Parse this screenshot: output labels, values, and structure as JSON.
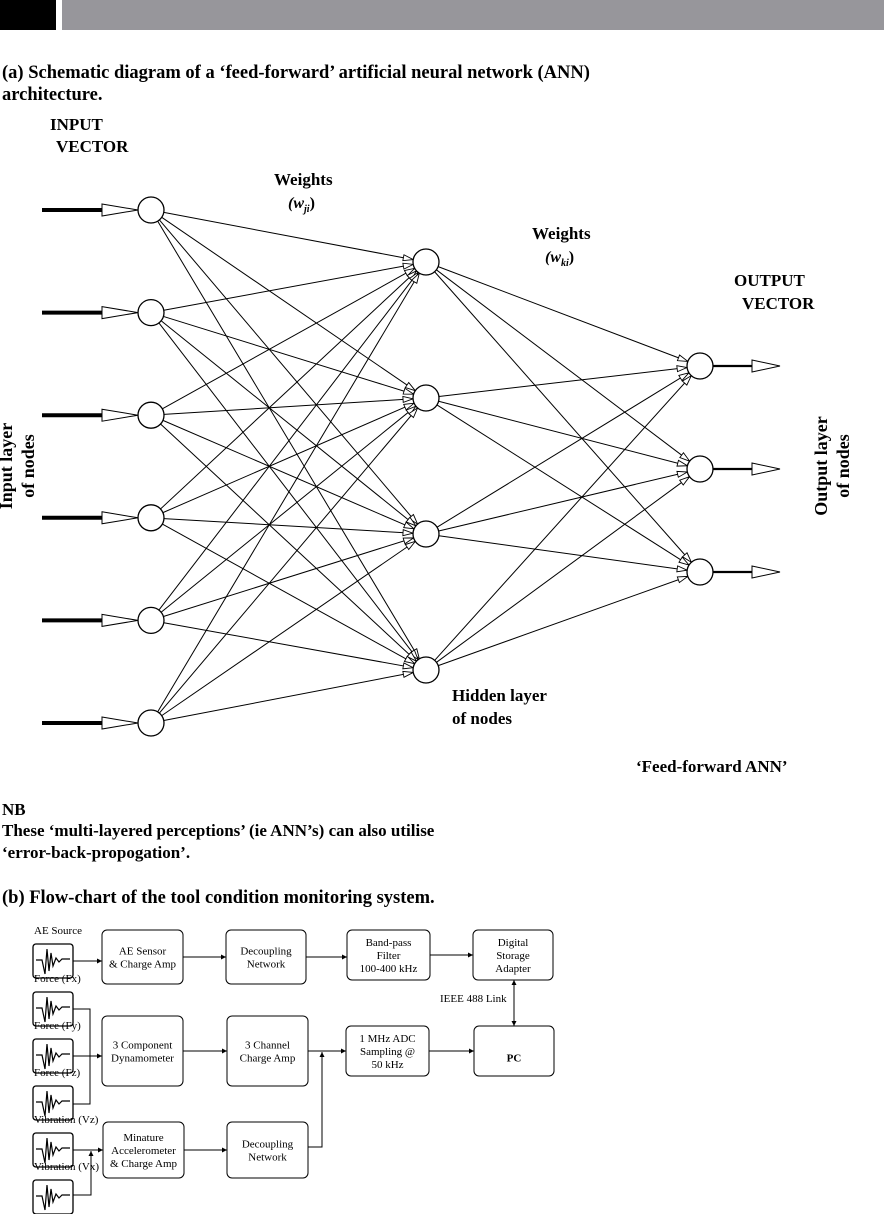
{
  "header": {
    "band": "page-header-band"
  },
  "section_a": {
    "caption_line1": "(a) Schematic diagram of a ‘feed-forward’ artificial neural network (ANN)",
    "caption_line2": "architecture.",
    "input_vector_1": "INPUT",
    "input_vector_2": "VECTOR",
    "weights1_label": "Weights",
    "weights1_sym": "(w",
    "weights1_sub": "ji",
    "weights1_close": ")",
    "weights2_label": "Weights",
    "weights2_sym": "(w",
    "weights2_sub": "ki",
    "weights2_close": ")",
    "output_vector_1": "OUTPUT",
    "output_vector_2": "VECTOR",
    "input_layer_1": "Input layer",
    "input_layer_2": "of nodes",
    "output_layer_1": "Output layer",
    "output_layer_2": "of nodes",
    "hidden_layer_1": "Hidden layer",
    "hidden_layer_2": "of nodes",
    "feed_forward": "‘Feed-forward ANN’",
    "network": {
      "input_nodes": 6,
      "hidden_nodes": 4,
      "output_nodes": 3
    }
  },
  "note": {
    "nb": "NB",
    "line1": "These ‘multi-layered perceptions’ (ie ANN’s) can also utilise",
    "line2": "‘error-back-propogation’."
  },
  "section_b": {
    "caption": "(b) Flow-chart of the tool condition monitoring system.",
    "sensors": [
      "AE Source",
      "Force (Fx)",
      "Force (Fy)",
      "Force (Fz)",
      "Vibration (Vz)",
      "Vibration (Vx)"
    ],
    "blocks": {
      "ae_sensor": [
        "AE Sensor",
        "& Charge Amp"
      ],
      "decoupling1": [
        "Decoupling",
        "Network"
      ],
      "bandpass": [
        "Band-pass",
        "Filter",
        "100-400 kHz"
      ],
      "dsa": [
        "Digital",
        "Storage",
        "Adapter"
      ],
      "dyn": [
        "3 Component",
        "Dynamometer"
      ],
      "charge3": [
        "3 Channel",
        "Charge Amp"
      ],
      "adc": [
        "1 MHz ADC",
        "Sampling @",
        "50 kHz"
      ],
      "pc": [
        "PC"
      ],
      "accel": [
        "Minature",
        "Accelerometer",
        "& Charge Amp"
      ],
      "decoupling2": [
        "Decoupling",
        "Network"
      ]
    },
    "link_label": "IEEE 488 Link"
  }
}
